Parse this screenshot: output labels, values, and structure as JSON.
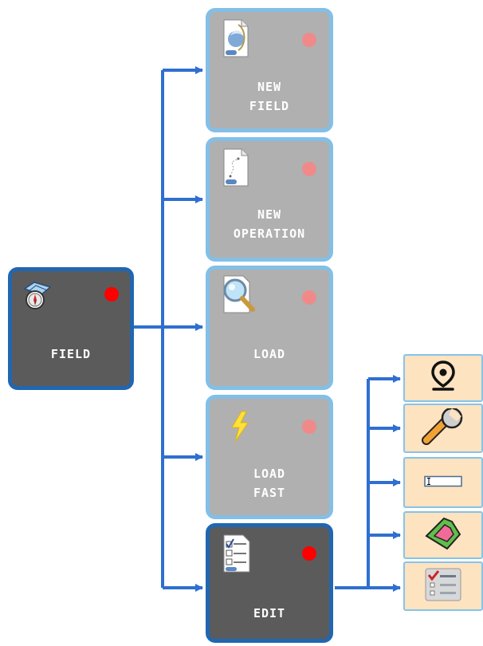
{
  "field": {
    "label": "FIELD",
    "icon": "compass-map-icon",
    "status_color": "#ff0000"
  },
  "items": [
    {
      "label": "NEW\nFIELD",
      "icon": "new-field-document-icon",
      "status_color": "#f08a8a",
      "enabled": false
    },
    {
      "label": "NEW\nOPERATION",
      "icon": "new-operation-document-icon",
      "status_color": "#f08a8a",
      "enabled": false
    },
    {
      "label": "LOAD",
      "icon": "magnifier-document-icon",
      "status_color": "#f08a8a",
      "enabled": false
    },
    {
      "label": "LOAD\nFAST",
      "icon": "lightning-icon",
      "status_color": "#f08a8a",
      "enabled": false
    },
    {
      "label": "EDIT",
      "icon": "checklist-document-icon",
      "status_color": "#ff0000",
      "enabled": true
    }
  ],
  "edit_tools": [
    {
      "icon": "location-pin-icon"
    },
    {
      "icon": "wrench-icon"
    },
    {
      "icon": "text-field-icon"
    },
    {
      "icon": "boundary-shape-icon"
    },
    {
      "icon": "checklist-icon"
    }
  ],
  "colors": {
    "connector": "#2f6fd0",
    "tile_bg": "#fde3c0"
  }
}
